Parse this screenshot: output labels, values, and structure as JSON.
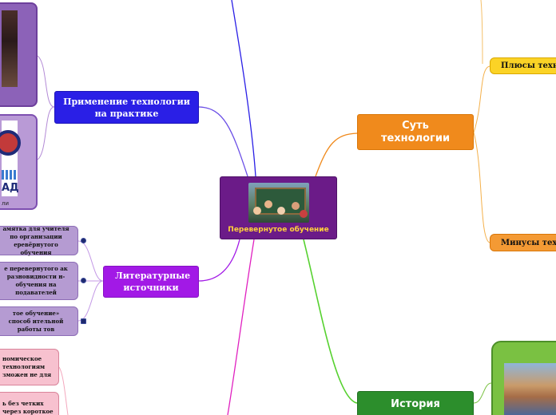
{
  "center": {
    "title": "Перевернутое обучение"
  },
  "branches": {
    "essence": {
      "title": "Суть технологии",
      "plus": "Плюсы технологии",
      "minus": "Минусы технологии"
    },
    "history": {
      "title": "История"
    },
    "practice": {
      "title": "Применение технологии на практике",
      "card2_caption": "ли"
    },
    "literature": {
      "title": "Литературные источники",
      "items": [
        "амятка для учителя по организации еревёрнутого обучения",
        "е перевернутого ак разновидности н-обучения на подавателей",
        "тое обучение» способ ительной работы тов"
      ]
    },
    "notes": {
      "items": [
        "номическое технологиям зможен не для",
        "ь без четких через короткое"
      ]
    }
  },
  "colors": {
    "center": "#6b1b88",
    "essence": "#f08a1c",
    "history": "#2c8e2c",
    "practice": "#2a1fe6",
    "literature": "#a219e6",
    "notes": "#f7c1cf"
  }
}
